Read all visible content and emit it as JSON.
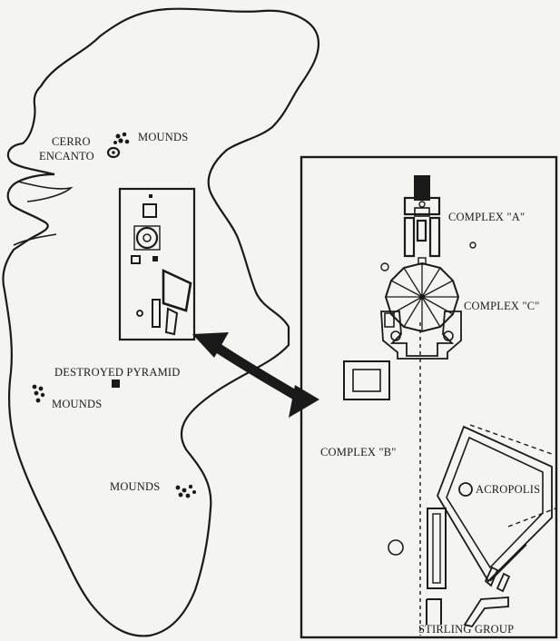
{
  "map": {
    "island_labels": {
      "cerro_encanto_line1": "CERRO",
      "cerro_encanto_line2": "ENCANTO",
      "mounds_north": "MOUNDS",
      "destroyed_pyramid": "DESTROYED PYRAMID",
      "mounds_west": "MOUNDS",
      "mounds_south": "MOUNDS"
    },
    "inset_labels": {
      "complex_a": "COMPLEX \"A\"",
      "complex_c": "COMPLEX \"C\"",
      "complex_b": "COMPLEX \"B\"",
      "acropolis": "ACROPOLIS",
      "stirling_group": "STIRLING GROUP"
    },
    "colors": {
      "ink": "#1a1a1a",
      "paper": "#f4f4f2"
    }
  }
}
